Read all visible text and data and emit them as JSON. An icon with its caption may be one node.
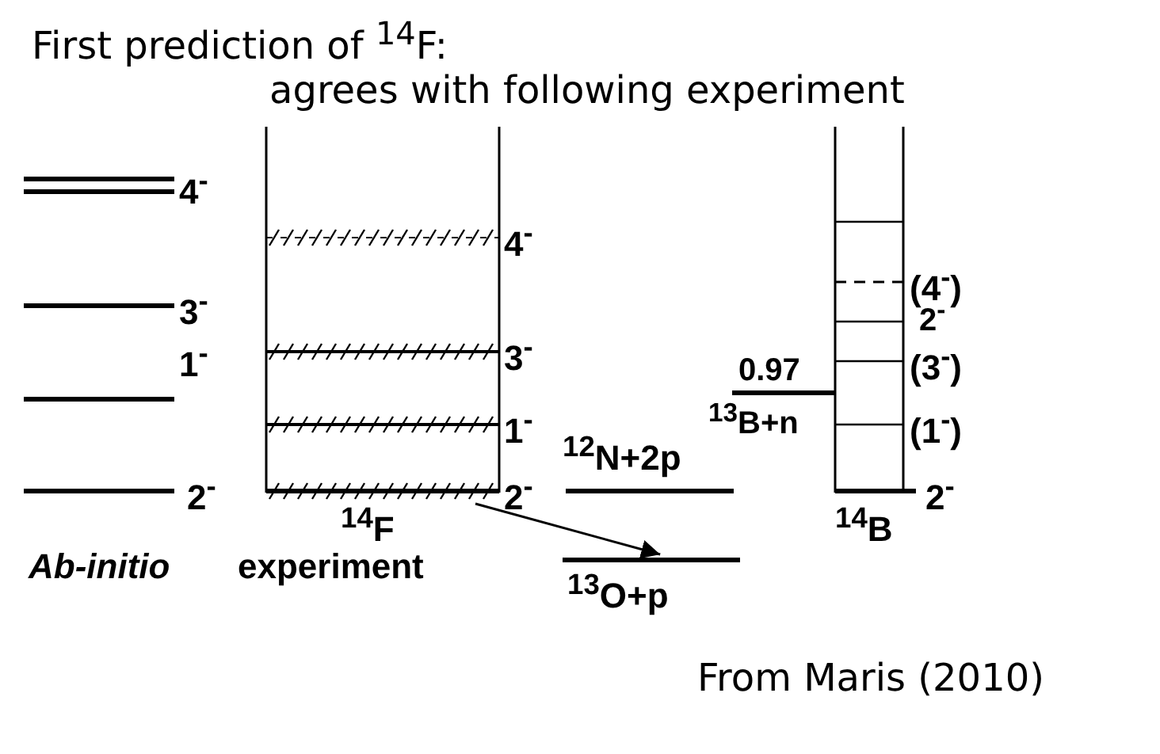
{
  "diagram": {
    "nodes": [
      {
        "text": [],
        "shape": "bar"
      },
      {
        "text": [
          "$^{13}$O+p"
        ]
      }
    ],
    "edges": [
      {
        "from": 0,
        "to": 1,
        "arrow": "to"
      }
    ],
    "labels": [
      "First prediction of $^{14}$F:",
      "agrees with following experiment",
      "4$^{-}$",
      "4$^{-}$",
      "3$^{-}$",
      "(4$^{-}$)",
      "2$^{-}$",
      "0.97",
      "3$^{-}$",
      "(3$^{-}$)",
      "1$^{-}$",
      "$^{13}$B+n",
      "1$^{-}$",
      "(1$^{-}$)",
      "$^{12}$N+2p",
      "2$^{-}$",
      "2$^{-}$",
      "2$^{-}$",
      "$^{14}$F",
      "$^{14}$B",
      "Ab-initio",
      "experiment",
      "From Maris (2010)"
    ]
  }
}
